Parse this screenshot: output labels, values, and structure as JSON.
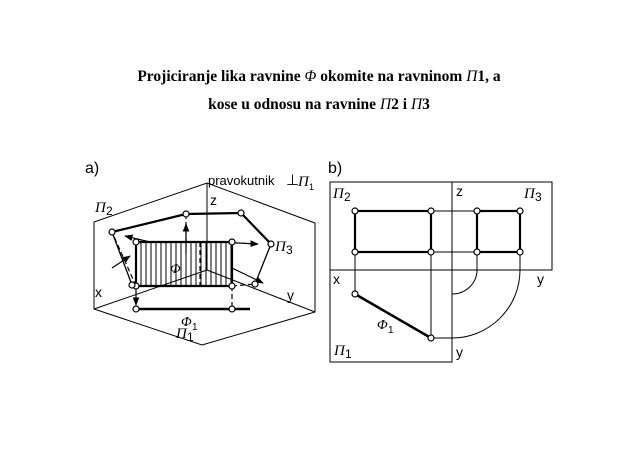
{
  "title": {
    "line1_pre": "Projiciranje lika ravnine ",
    "line1_phi": "Φ",
    "line1_mid": "  okomite na ravninom ",
    "line1_pi": "Π",
    "line1_post": "1, a",
    "line2_pre": "kose u odnosu na ravnine ",
    "line2_pi2": "Π",
    "line2_mid": "2 i ",
    "line2_pi3": "Π",
    "line2_post": "3"
  },
  "diagram_a": {
    "label": "a)",
    "annotation": "pravokutnik",
    "annotation_symbol": "⊥",
    "pi": "Π",
    "pi2_sub": "2",
    "pi3_sub": "3",
    "pi1_sub": "1",
    "phi": "Φ",
    "phi1_sub": "1",
    "axis_x": "x",
    "axis_y": "y",
    "axis_z": "z"
  },
  "diagram_b": {
    "label": "b)",
    "pi": "Π",
    "pi2_sub": "2",
    "pi3_sub": "3",
    "pi1_sub": "1",
    "phi": "Φ",
    "phi1_sub": "1",
    "axis_x": "x",
    "axis_y_right": "y",
    "axis_y_bottom": "y",
    "axis_z": "z"
  }
}
